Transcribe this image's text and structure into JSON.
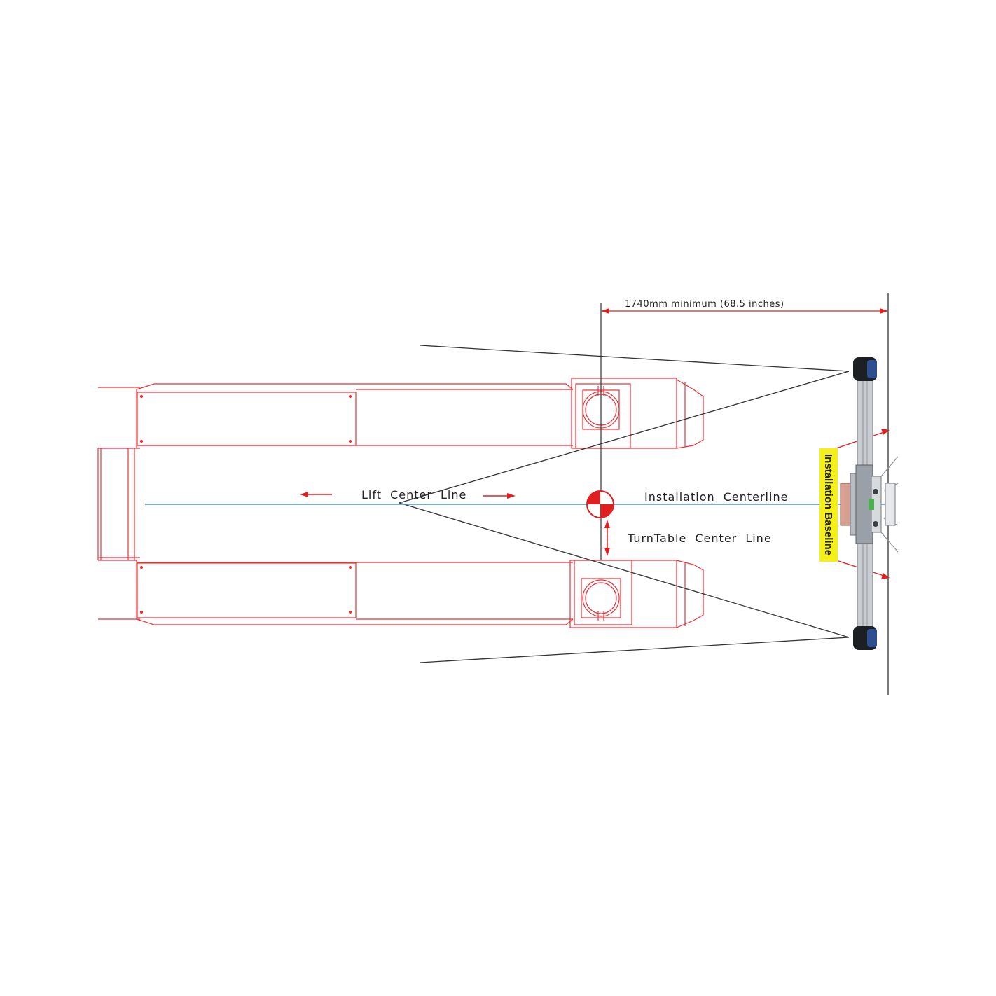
{
  "labels": {
    "dimension": "1740mm minimum (68.5 inches)",
    "lift_center_line": "Lift Center Line",
    "installation_centerline": "Installation Centerline",
    "turntable_center_line": "TurnTable Center Line",
    "installation_baseline": "Installation Baseline"
  },
  "colors": {
    "lift_outline": "#e8323a",
    "centerline": "#4a90d9",
    "sight_lines": "#333333",
    "baseline_tag": "#f5f01a",
    "arrow": "#e02020"
  }
}
